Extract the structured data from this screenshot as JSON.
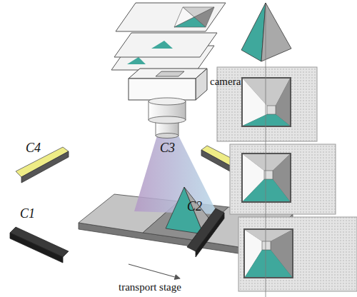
{
  "diagram": {
    "labels": [
      "camera",
      "C3",
      "C4",
      "C2",
      "C1",
      "transport stage"
    ]
  }
}
